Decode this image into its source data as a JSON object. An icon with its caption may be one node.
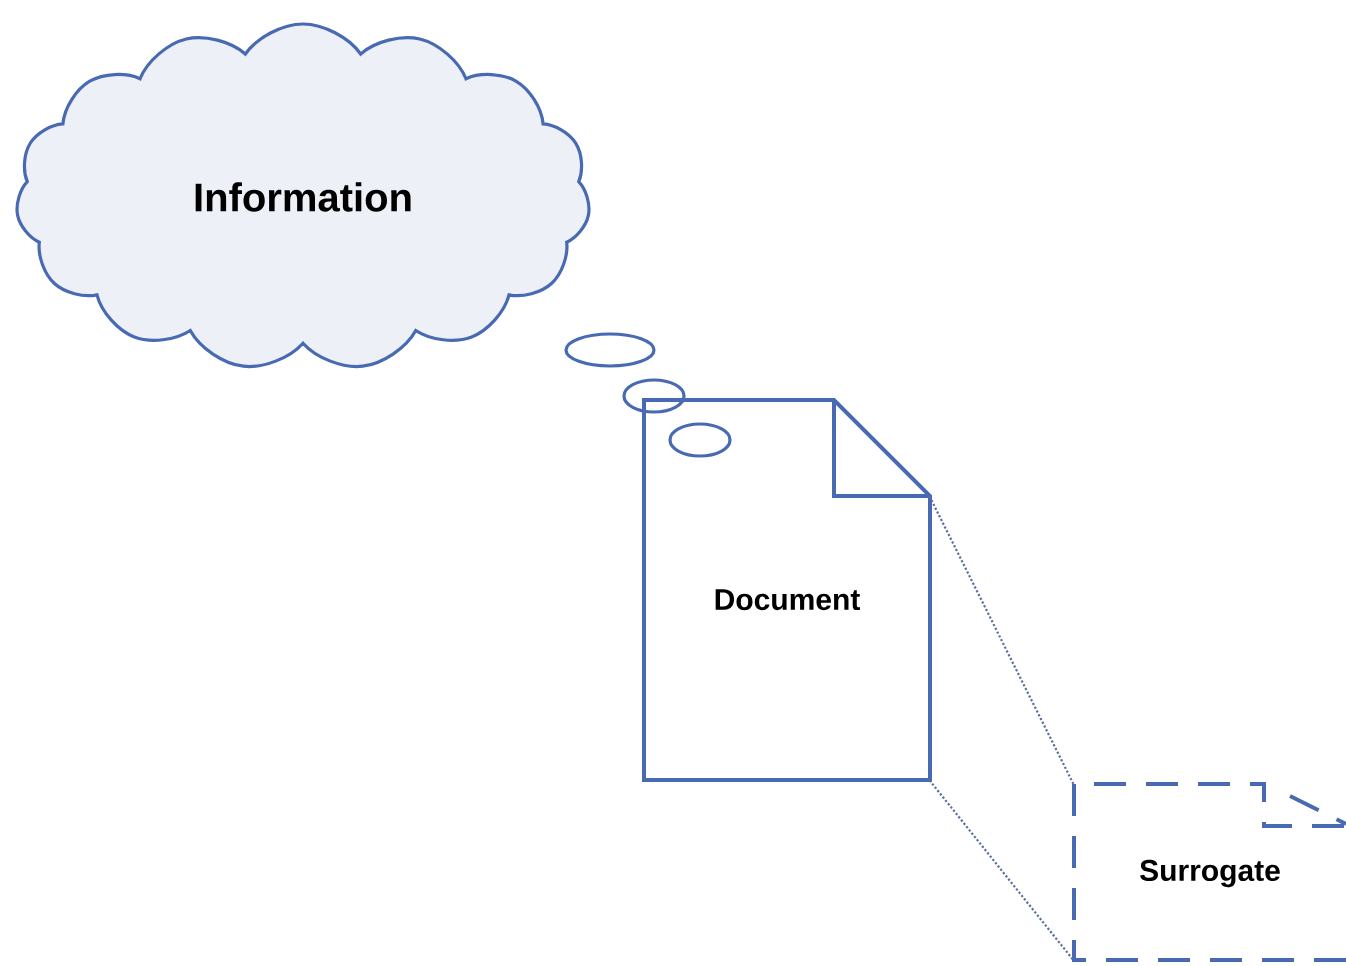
{
  "diagram": {
    "nodes": [
      {
        "text": [
          "Information"
        ]
      },
      {
        "text": [
          "Document"
        ]
      },
      {
        "text": [
          "Surrogate"
        ]
      }
    ],
    "edges": [
      {
        "from": 1,
        "to": 2,
        "arrow": "none",
        "style": "dashed"
      },
      {
        "from": 1,
        "to": 2,
        "arrow": "none",
        "style": "dashed"
      }
    ]
  }
}
